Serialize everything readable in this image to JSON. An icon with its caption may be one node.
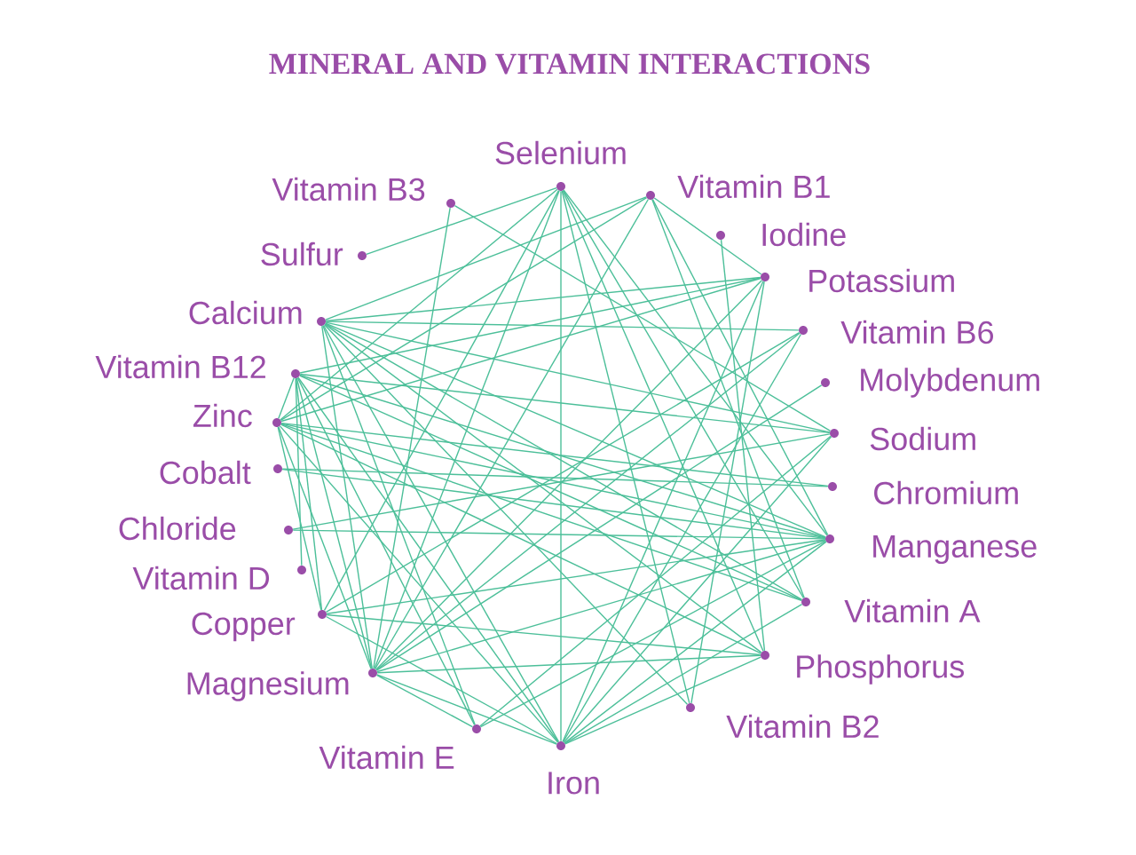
{
  "diagram": {
    "title": "MINERAL AND VITAMIN INTERACTIONS",
    "nodes": [
      {
        "text": [
          "Selenium"
        ]
      },
      {
        "text": [
          "Vitamin B1"
        ]
      },
      {
        "text": [
          "Iodine"
        ]
      },
      {
        "text": [
          "Potassium"
        ]
      },
      {
        "text": [
          "Vitamin B6"
        ]
      },
      {
        "text": [
          "Molybdenum"
        ]
      },
      {
        "text": [
          "Sodium"
        ]
      },
      {
        "text": [
          "Chromium"
        ]
      },
      {
        "text": [
          "Manganese"
        ]
      },
      {
        "text": [
          "Vitamin A"
        ]
      },
      {
        "text": [
          "Phosphorus"
        ]
      },
      {
        "text": [
          "Vitamin B2"
        ]
      },
      {
        "text": [
          "Iron"
        ]
      },
      {
        "text": [
          "Vitamin E"
        ]
      },
      {
        "text": [
          "Magnesium"
        ]
      },
      {
        "text": [
          "Copper"
        ]
      },
      {
        "text": [
          "Vitamin D"
        ]
      },
      {
        "text": [
          "Chloride"
        ]
      },
      {
        "text": [
          "Cobalt"
        ]
      },
      {
        "text": [
          "Zinc"
        ]
      },
      {
        "text": [
          "Vitamin B12"
        ]
      },
      {
        "text": [
          "Calcium"
        ]
      },
      {
        "text": [
          "Sulfur"
        ]
      },
      {
        "text": [
          "Vitamin B3"
        ]
      }
    ],
    "edges": [
      {
        "from": 0,
        "to": 12,
        "arrow": "none"
      },
      {
        "from": 0,
        "to": 22,
        "arrow": "none"
      },
      {
        "from": 0,
        "to": 19,
        "arrow": "none"
      },
      {
        "from": 0,
        "to": 15,
        "arrow": "none"
      },
      {
        "from": 0,
        "to": 14,
        "arrow": "none"
      },
      {
        "from": 0,
        "to": 9,
        "arrow": "none"
      },
      {
        "from": 0,
        "to": 10,
        "arrow": "none"
      },
      {
        "from": 0,
        "to": 8,
        "arrow": "none"
      },
      {
        "from": 0,
        "to": 11,
        "arrow": "none"
      },
      {
        "from": 23,
        "to": 14,
        "arrow": "none"
      },
      {
        "from": 23,
        "to": 6,
        "arrow": "none"
      },
      {
        "from": 1,
        "to": 21,
        "arrow": "none"
      },
      {
        "from": 1,
        "to": 19,
        "arrow": "none"
      },
      {
        "from": 1,
        "to": 14,
        "arrow": "none"
      },
      {
        "from": 1,
        "to": 9,
        "arrow": "none"
      },
      {
        "from": 1,
        "to": 3,
        "arrow": "none"
      },
      {
        "from": 1,
        "to": 8,
        "arrow": "none"
      },
      {
        "from": 2,
        "to": 10,
        "arrow": "none"
      },
      {
        "from": 3,
        "to": 21,
        "arrow": "none"
      },
      {
        "from": 3,
        "to": 20,
        "arrow": "none"
      },
      {
        "from": 3,
        "to": 14,
        "arrow": "none"
      },
      {
        "from": 3,
        "to": 12,
        "arrow": "none"
      },
      {
        "from": 3,
        "to": 19,
        "arrow": "none"
      },
      {
        "from": 3,
        "to": 11,
        "arrow": "none"
      },
      {
        "from": 4,
        "to": 21,
        "arrow": "none"
      },
      {
        "from": 4,
        "to": 14,
        "arrow": "none"
      },
      {
        "from": 4,
        "to": 15,
        "arrow": "none"
      },
      {
        "from": 4,
        "to": 12,
        "arrow": "none"
      },
      {
        "from": 5,
        "to": 14,
        "arrow": "none"
      },
      {
        "from": 6,
        "to": 21,
        "arrow": "none"
      },
      {
        "from": 6,
        "to": 20,
        "arrow": "none"
      },
      {
        "from": 6,
        "to": 13,
        "arrow": "none"
      },
      {
        "from": 6,
        "to": 12,
        "arrow": "none"
      },
      {
        "from": 6,
        "to": 17,
        "arrow": "none"
      },
      {
        "from": 7,
        "to": 19,
        "arrow": "none"
      },
      {
        "from": 8,
        "to": 21,
        "arrow": "none"
      },
      {
        "from": 8,
        "to": 20,
        "arrow": "none"
      },
      {
        "from": 8,
        "to": 19,
        "arrow": "none"
      },
      {
        "from": 8,
        "to": 18,
        "arrow": "none"
      },
      {
        "from": 8,
        "to": 17,
        "arrow": "none"
      },
      {
        "from": 8,
        "to": 15,
        "arrow": "none"
      },
      {
        "from": 8,
        "to": 14,
        "arrow": "none"
      },
      {
        "from": 8,
        "to": 12,
        "arrow": "none"
      },
      {
        "from": 8,
        "to": 13,
        "arrow": "none"
      },
      {
        "from": 9,
        "to": 19,
        "arrow": "none"
      },
      {
        "from": 9,
        "to": 20,
        "arrow": "none"
      },
      {
        "from": 9,
        "to": 21,
        "arrow": "none"
      },
      {
        "from": 9,
        "to": 12,
        "arrow": "none"
      },
      {
        "from": 10,
        "to": 21,
        "arrow": "none"
      },
      {
        "from": 10,
        "to": 19,
        "arrow": "none"
      },
      {
        "from": 10,
        "to": 15,
        "arrow": "none"
      },
      {
        "from": 10,
        "to": 14,
        "arrow": "none"
      },
      {
        "from": 10,
        "to": 12,
        "arrow": "none"
      },
      {
        "from": 11,
        "to": 21,
        "arrow": "none"
      },
      {
        "from": 12,
        "to": 21,
        "arrow": "none"
      },
      {
        "from": 12,
        "to": 20,
        "arrow": "none"
      },
      {
        "from": 12,
        "to": 19,
        "arrow": "none"
      },
      {
        "from": 12,
        "to": 15,
        "arrow": "none"
      },
      {
        "from": 12,
        "to": 14,
        "arrow": "none"
      },
      {
        "from": 13,
        "to": 20,
        "arrow": "none"
      },
      {
        "from": 13,
        "to": 21,
        "arrow": "none"
      },
      {
        "from": 13,
        "to": 14,
        "arrow": "none"
      },
      {
        "from": 14,
        "to": 21,
        "arrow": "none"
      },
      {
        "from": 14,
        "to": 20,
        "arrow": "none"
      },
      {
        "from": 14,
        "to": 19,
        "arrow": "none"
      },
      {
        "from": 15,
        "to": 20,
        "arrow": "none"
      },
      {
        "from": 15,
        "to": 19,
        "arrow": "none"
      },
      {
        "from": 16,
        "to": 20,
        "arrow": "none"
      },
      {
        "from": 18,
        "to": 7,
        "arrow": "none"
      },
      {
        "from": 19,
        "to": 20,
        "arrow": "none"
      }
    ]
  }
}
